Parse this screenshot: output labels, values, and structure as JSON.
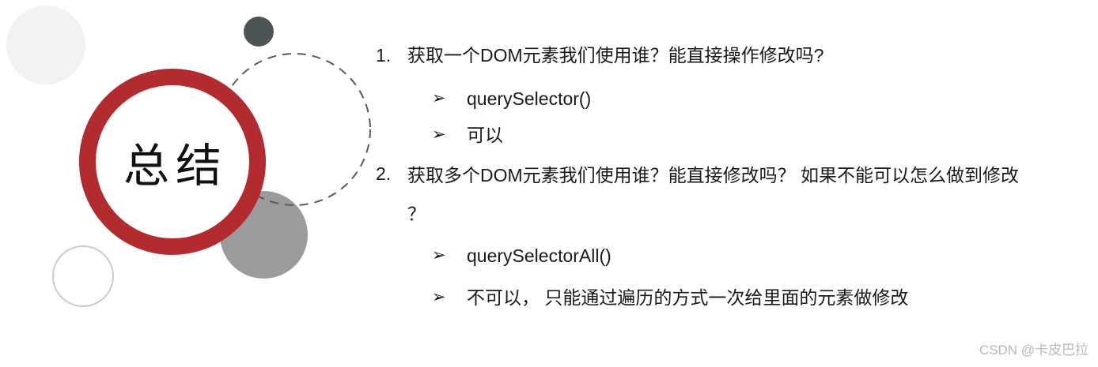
{
  "page": {
    "watermark": "CSDN @卡皮巴拉"
  },
  "colors": {
    "accent_red": "#b22b2e",
    "slate_circle": "#4c5456",
    "gray_circle": "#9b9b9b",
    "light_circle": "#f2f2f2",
    "outline_circle": "#cbcbcb",
    "dashed_stroke": "#595959",
    "text": "#1a1a1a",
    "watermark": "#b8b8b8"
  },
  "badge": {
    "label": "总结"
  },
  "list": {
    "items": [
      {
        "number": "1.",
        "question": "获取一个DOM元素我们使用谁？能直接操作修改吗?",
        "bullets": [
          {
            "marker": "➢",
            "text": "querySelector()"
          },
          {
            "marker": "➢",
            "text": "可以"
          }
        ]
      },
      {
        "number": "2.",
        "question": "获取多个DOM元素我们使用谁？能直接修改吗？ 如果不能可以怎么做到修改\n？",
        "bullets": [
          {
            "marker": "➢",
            "text": "querySelectorAll()"
          },
          {
            "marker": "➢",
            "text": "不可以， 只能通过遍历的方式一次给里面的元素做修改"
          }
        ]
      }
    ]
  }
}
